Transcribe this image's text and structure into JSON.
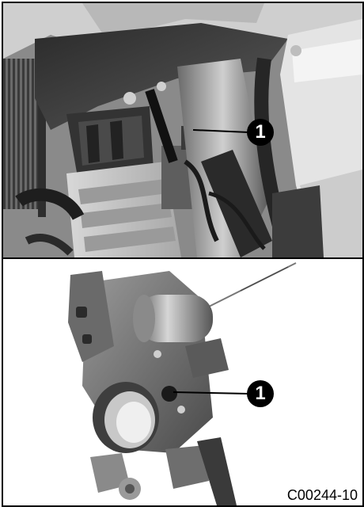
{
  "figure": {
    "top_panel": {
      "callout_label": "1"
    },
    "bottom_panel": {
      "callout_label": "1"
    },
    "caption_code": "C00244-10"
  }
}
